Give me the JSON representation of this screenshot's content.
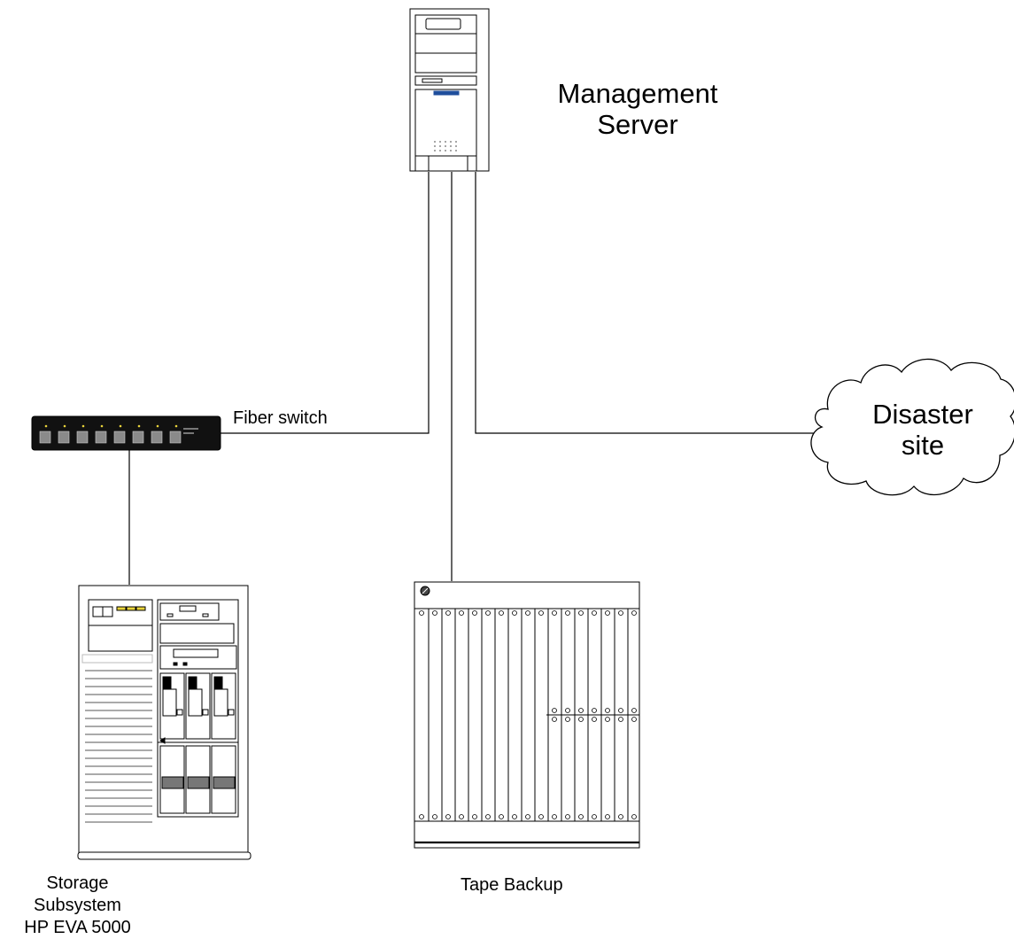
{
  "nodes": {
    "server": {
      "label_line1": "Management",
      "label_line2": "Server",
      "icon": "server-tower-icon"
    },
    "switch": {
      "label": "Fiber switch",
      "icon": "network-switch-icon"
    },
    "storage": {
      "label_line1": "Storage",
      "label_line2": "Subsystem",
      "label_line3": "HP EVA 5000",
      "icon": "storage-cabinet-icon"
    },
    "tape": {
      "label": "Tape Backup",
      "icon": "tape-library-icon"
    },
    "disaster": {
      "label_line1": "Disaster",
      "label_line2": "site",
      "icon": "cloud-icon"
    }
  },
  "colors": {
    "line": "#000000",
    "accent": "#1f4e9c",
    "led": "#e8d33a",
    "switch_body": "#111111"
  }
}
